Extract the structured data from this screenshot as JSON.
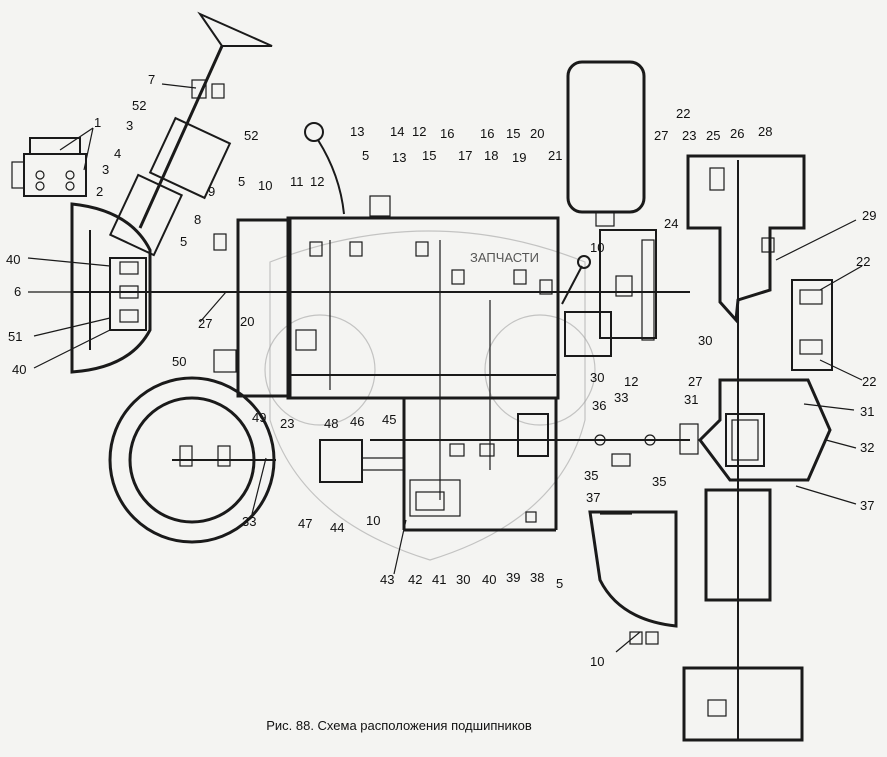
{
  "caption": "Рис. 88. Схема расположения подшипников",
  "watermark": "ЗАПЧАСТИ",
  "callouts": [
    {
      "id": "c1",
      "text": "1"
    },
    {
      "id": "c52a",
      "text": "52"
    },
    {
      "id": "c3a",
      "text": "3"
    },
    {
      "id": "c52b",
      "text": "52"
    },
    {
      "id": "c7",
      "text": "7"
    },
    {
      "id": "c4",
      "text": "4"
    },
    {
      "id": "c3b",
      "text": "3"
    },
    {
      "id": "c2",
      "text": "2"
    },
    {
      "id": "c5a",
      "text": "5"
    },
    {
      "id": "c9",
      "text": "9"
    },
    {
      "id": "c8",
      "text": "8"
    },
    {
      "id": "c40a",
      "text": "40"
    },
    {
      "id": "c6",
      "text": "6"
    },
    {
      "id": "c51",
      "text": "51"
    },
    {
      "id": "c40b",
      "text": "40"
    },
    {
      "id": "c27a",
      "text": "27"
    },
    {
      "id": "c20a",
      "text": "20"
    },
    {
      "id": "c50",
      "text": "50"
    },
    {
      "id": "c49",
      "text": "49"
    },
    {
      "id": "c23a",
      "text": "23"
    },
    {
      "id": "c48",
      "text": "48"
    },
    {
      "id": "c46",
      "text": "46"
    },
    {
      "id": "c45",
      "text": "45"
    },
    {
      "id": "c33a",
      "text": "33"
    },
    {
      "id": "c47",
      "text": "47"
    },
    {
      "id": "c44",
      "text": "44"
    },
    {
      "id": "c10a",
      "text": "10"
    },
    {
      "id": "c43",
      "text": "43"
    },
    {
      "id": "c42",
      "text": "42"
    },
    {
      "id": "c41",
      "text": "41"
    },
    {
      "id": "c30a",
      "text": "30"
    },
    {
      "id": "c40c",
      "text": "40"
    },
    {
      "id": "c39",
      "text": "39"
    },
    {
      "id": "c38",
      "text": "38"
    },
    {
      "id": "c5b",
      "text": "5"
    },
    {
      "id": "c37a",
      "text": "37"
    },
    {
      "id": "c35a",
      "text": "35"
    },
    {
      "id": "c36",
      "text": "36"
    },
    {
      "id": "c33b",
      "text": "33"
    },
    {
      "id": "c35b",
      "text": "35"
    },
    {
      "id": "c13a",
      "text": "13"
    },
    {
      "id": "c14",
      "text": "14"
    },
    {
      "id": "c12a",
      "text": "12"
    },
    {
      "id": "c5c",
      "text": "5"
    },
    {
      "id": "c13b",
      "text": "13"
    },
    {
      "id": "c16a",
      "text": "16"
    },
    {
      "id": "c15a",
      "text": "15"
    },
    {
      "id": "c16b",
      "text": "16"
    },
    {
      "id": "c15b",
      "text": "15"
    },
    {
      "id": "c17",
      "text": "17"
    },
    {
      "id": "c18",
      "text": "18"
    },
    {
      "id": "c19",
      "text": "19"
    },
    {
      "id": "c20b",
      "text": "20"
    },
    {
      "id": "c21",
      "text": "21"
    },
    {
      "id": "c5d",
      "text": "5"
    },
    {
      "id": "c10b",
      "text": "10"
    },
    {
      "id": "c11",
      "text": "11"
    },
    {
      "id": "c12b",
      "text": "12"
    },
    {
      "id": "c10c",
      "text": "10"
    },
    {
      "id": "c22a",
      "text": "22"
    },
    {
      "id": "c27b",
      "text": "27"
    },
    {
      "id": "c23b",
      "text": "23"
    },
    {
      "id": "c25",
      "text": "25"
    },
    {
      "id": "c26",
      "text": "26"
    },
    {
      "id": "c28",
      "text": "28"
    },
    {
      "id": "c24",
      "text": "24"
    },
    {
      "id": "c29",
      "text": "29"
    },
    {
      "id": "c22b",
      "text": "22"
    },
    {
      "id": "c22c",
      "text": "22"
    },
    {
      "id": "c30b",
      "text": "30"
    },
    {
      "id": "c30c",
      "text": "30"
    },
    {
      "id": "c12c",
      "text": "12"
    },
    {
      "id": "c27c",
      "text": "27"
    },
    {
      "id": "c31a",
      "text": "31"
    },
    {
      "id": "c31b",
      "text": "31"
    },
    {
      "id": "c32",
      "text": "32"
    },
    {
      "id": "c37b",
      "text": "37"
    },
    {
      "id": "c10d",
      "text": "10"
    }
  ]
}
